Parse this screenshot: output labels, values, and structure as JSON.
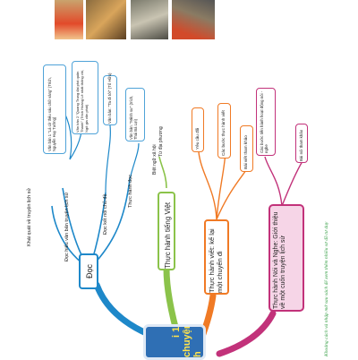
{
  "photos": [
    "photo-1",
    "photo-2",
    "photo-3",
    "photo-4",
    "photo-5"
  ],
  "center": {
    "line1": "i 1:",
    "line2": "chuyện",
    "line3": "h sử"
  },
  "branches": {
    "doc": {
      "title": "Đọc",
      "sub1": "Khái quát về truyện lịch sử",
      "sub2": "Đọc hiểu văn bản truyện lịch sử",
      "sub3": "Đọc kết nối chủ đề",
      "sub4": "Thực hành đọc",
      "leaf1": "Văn bản 1 \"Lá cờ thêu sáu chữ vàng\" (Trích, Nguyễn Huy Tưởng)",
      "leaf2": "Văn bản 2 \"Quang Trung đại phá quân Thanh\" (Trích Hoàng Lê nhất thống chí, Ngô gia văn phái)",
      "leaf3": "Văn bản: \"Ta đi tới\" (Tố Hữu)",
      "leaf4": "Văn bản: \"Mệnh sư\" (trích, Thái Bá Lợi)"
    },
    "tieng_viet": {
      "title": "Thực hành tiếng Việt",
      "sub1": "Từ địa phương",
      "sub2": "Biệt ngữ xã hội"
    },
    "viet": {
      "title": "Thực hành viết: kể lại một chuyến đi",
      "leaf1": "Yêu cầu đối",
      "leaf2": "Các bước thực hành viết",
      "leaf3": "Bài viết tham khảo"
    },
    "noi_nghe": {
      "title": "Thực hành Nói và Nghe: Giới thiệu về một cuốn truyện lịch sử",
      "leaf1": "Các bước tiến hành hoạt động nói - nghe",
      "leaf2": "Bài nói tham khảo"
    }
  },
  "side_note": "Khoảng cách và nhập mở sau sách để xem thêm nhiều sơ đồ tư duy",
  "colors": {
    "blue": "#1e88c9",
    "green": "#8bc34a",
    "orange": "#f07a25",
    "magenta": "#c2327a",
    "pink_fill": "#f6d5e7",
    "leaf_border_blue": "#4fa3d8"
  }
}
